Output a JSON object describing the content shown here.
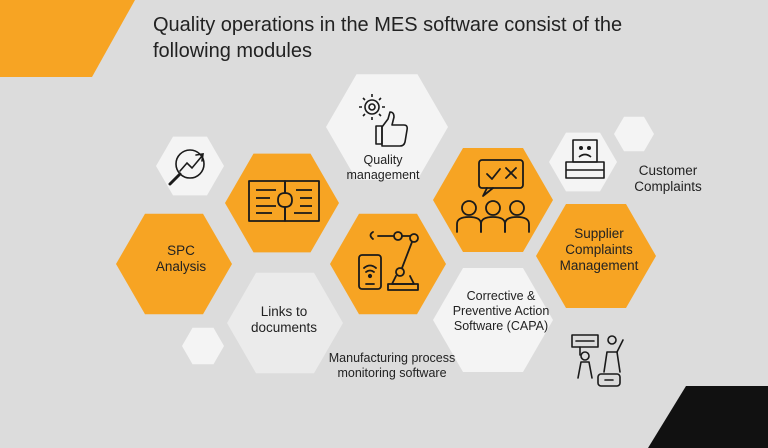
{
  "title": "Quality operations in the MES software consist of the following modules",
  "modules": {
    "quality_management": "Quality management",
    "customer_complaints": "Customer Complaints",
    "spc_analysis": "SPC Analysis",
    "supplier_complaints": "Supplier Complaints Management",
    "links_to_documents": "Links to documents",
    "capa": "Corrective & Preventive Action Software (CAPA)",
    "process_monitoring": "Manufacturing process monitoring software"
  },
  "colors": {
    "background": "#dcdcdc",
    "accent": "#f7a423",
    "hex_light": "#ebebeb",
    "hex_white": "#f4f4f4",
    "outline": "#1a1a1a",
    "corner_dark": "#111111"
  },
  "icons": [
    "gear-thumbs-up-icon",
    "magnifier-chart-icon",
    "puzzle-documents-icon",
    "team-chat-icon",
    "ballot-box-icon",
    "robot-arm-tablet-icon",
    "complaint-people-icon"
  ]
}
